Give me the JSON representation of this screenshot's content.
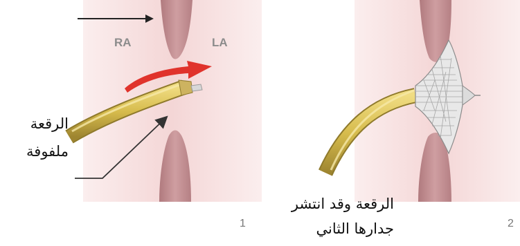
{
  "panels": [
    {
      "number": "1",
      "chambers": {
        "left": "RA",
        "right": "LA"
      },
      "annotation_lines": [
        "الرقعة",
        "ملفوفة"
      ]
    },
    {
      "number": "2",
      "annotation_lines": [
        "الرقعة وقد انتشر",
        "جدارها الثاني"
      ]
    }
  ],
  "colors": {
    "septum_bg": "#f6dcdc",
    "septum_tissue": "#c58f92",
    "catheter": "#d8bf56",
    "catheter_edge": "#8f7a2c",
    "flow_arrow": "#e0332c",
    "device_mesh": "#9a9a9a",
    "leader_line": "#333333"
  }
}
